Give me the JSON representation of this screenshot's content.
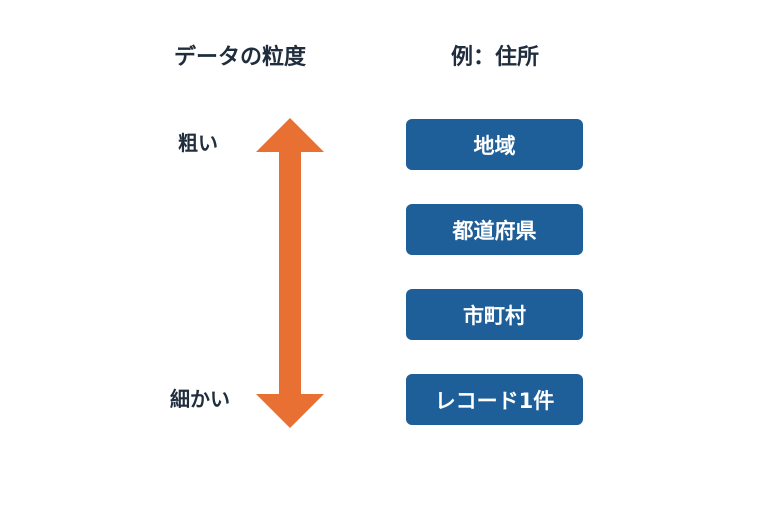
{
  "headings": {
    "left": "データの粒度",
    "right": "例：住所"
  },
  "scale": {
    "top_label": "粗い",
    "bottom_label": "細かい",
    "arrow_color": "#e87032"
  },
  "examples": [
    {
      "label": "地域"
    },
    {
      "label": "都道府県"
    },
    {
      "label": "市町村"
    },
    {
      "label": "レコード1件"
    }
  ],
  "colors": {
    "box_fill": "#1f5f99",
    "box_text": "#ffffff",
    "text": "#1f2d3d",
    "background": "#ffffff"
  }
}
